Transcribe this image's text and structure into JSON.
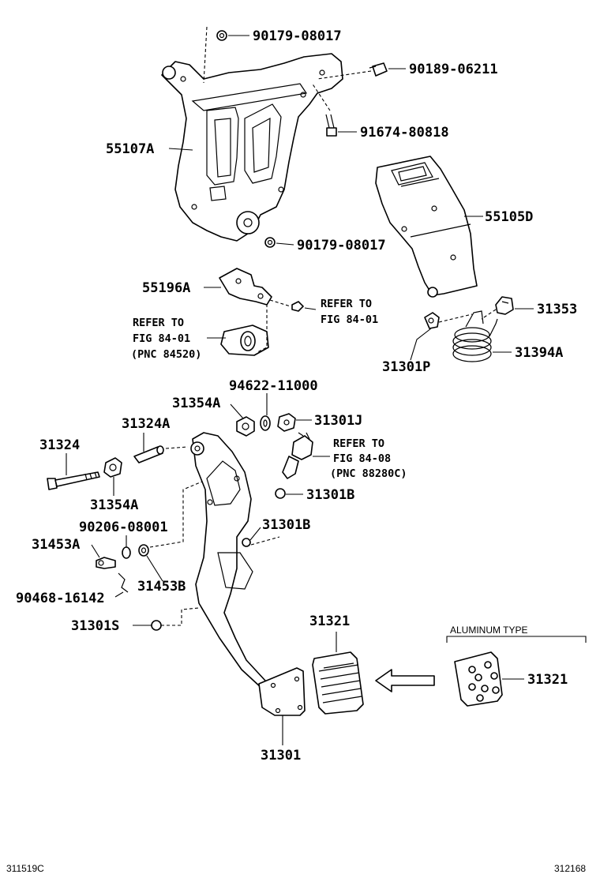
{
  "labels": {
    "p90179_08017_top": "90179-08017",
    "p90189_06211": "90189-06211",
    "p91674_80818": "91674-80818",
    "p55107A": "55107A",
    "p55105D": "55105D",
    "p90179_08017_mid": "90179-08017",
    "p55196A": "55196A",
    "p31353": "31353",
    "p31394A": "31394A",
    "p31301P": "31301P",
    "p94622_11000": "94622-11000",
    "p31354A_top": "31354A",
    "p31301J": "31301J",
    "p31324A": "31324A",
    "p31324": "31324",
    "p31354A_bot": "31354A",
    "p31301B_a": "31301B",
    "p31301B_b": "31301B",
    "p90206_08001": "90206-08001",
    "p31453A": "31453A",
    "p31453B": "31453B",
    "p90468_16142": "90468-16142",
    "p31301S": "31301S",
    "p31321_left": "31321",
    "p31321_right": "31321",
    "p31301": "31301"
  },
  "refs": {
    "ref1_line1": "REFER TO",
    "ref1_line2": "FIG 84-01",
    "ref2_line1": "REFER TO",
    "ref2_line2": "FIG 84-01",
    "ref2_line3": "(PNC 84520)",
    "ref3_line1": "REFER TO",
    "ref3_line2": "FIG 84-08",
    "ref3_line3": "(PNC 88280C)"
  },
  "aluminum_type": "ALUMINUM TYPE",
  "footer": {
    "left_code": "311519C",
    "right_code": "312168"
  }
}
